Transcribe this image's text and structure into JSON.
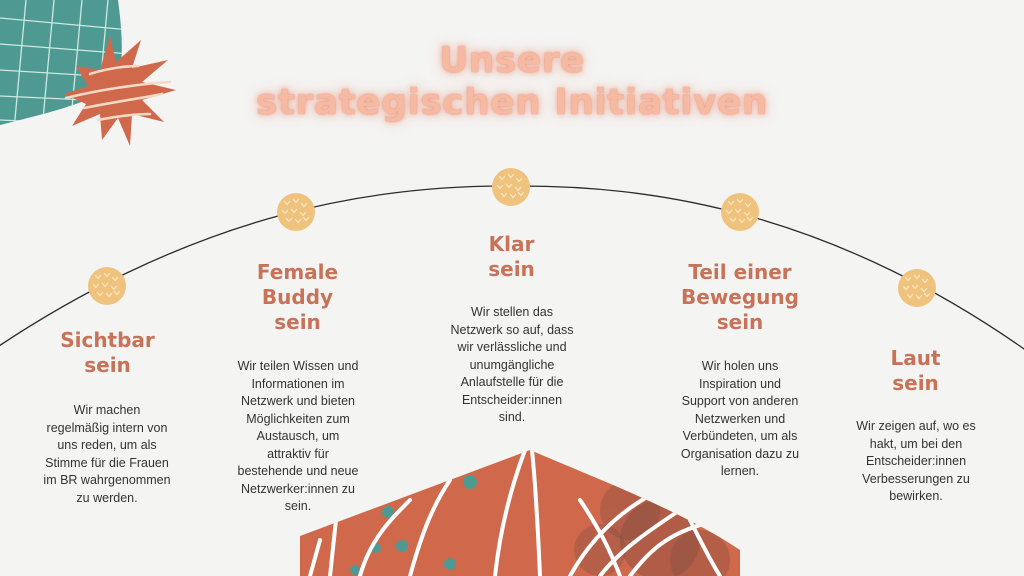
{
  "slide": {
    "title_line1": "Unsere",
    "title_line2": "strategischen Initiativen",
    "colors": {
      "background": "#f4f4f3",
      "title": "#f6b9a2",
      "heading": "#c87258",
      "body_text": "#333333",
      "dot": "#efc27e",
      "teal": "#4e9a92",
      "rust": "#d0694b"
    }
  },
  "initiatives": [
    {
      "title_line1": "Sichtbar",
      "title_line2": "sein",
      "text": [
        "Wir machen",
        "regelmäßig intern von",
        "uns reden, um als",
        "Stimme für die Frauen",
        "im BR wahrgenommen",
        "zu werden."
      ]
    },
    {
      "title_line1": "Female",
      "title_line2": "Buddy",
      "title_line3": "sein",
      "text": [
        "Wir teilen Wissen und",
        "Informationen im",
        "Netzwerk und bieten",
        "Möglichkeiten zum",
        "Austausch, um",
        "attraktiv für",
        "bestehende und neue",
        "Netzwerker:innen zu",
        "sein."
      ]
    },
    {
      "title_line1": "Klar",
      "title_line2": "sein",
      "text": [
        "Wir stellen das",
        "Netzwerk so auf, dass",
        "wir verlässliche und",
        "unumgängliche",
        "Anlaufstelle für die",
        "Entscheider:innen",
        "sind."
      ]
    },
    {
      "title_line1": "Teil einer",
      "title_line2": "Bewegung",
      "title_line3": "sein",
      "text": [
        "Wir holen uns",
        "Inspiration und",
        "Support von anderen",
        "Netzwerken und",
        "Verbündeten, um als",
        "Organisation dazu zu",
        "lernen."
      ]
    },
    {
      "title_line1": "Laut",
      "title_line2": "sein",
      "text": [
        "Wir zeigen auf, wo es",
        "hakt, um bei den",
        "Entscheider:innen",
        "Verbesserungen zu",
        "bewirken."
      ]
    }
  ]
}
